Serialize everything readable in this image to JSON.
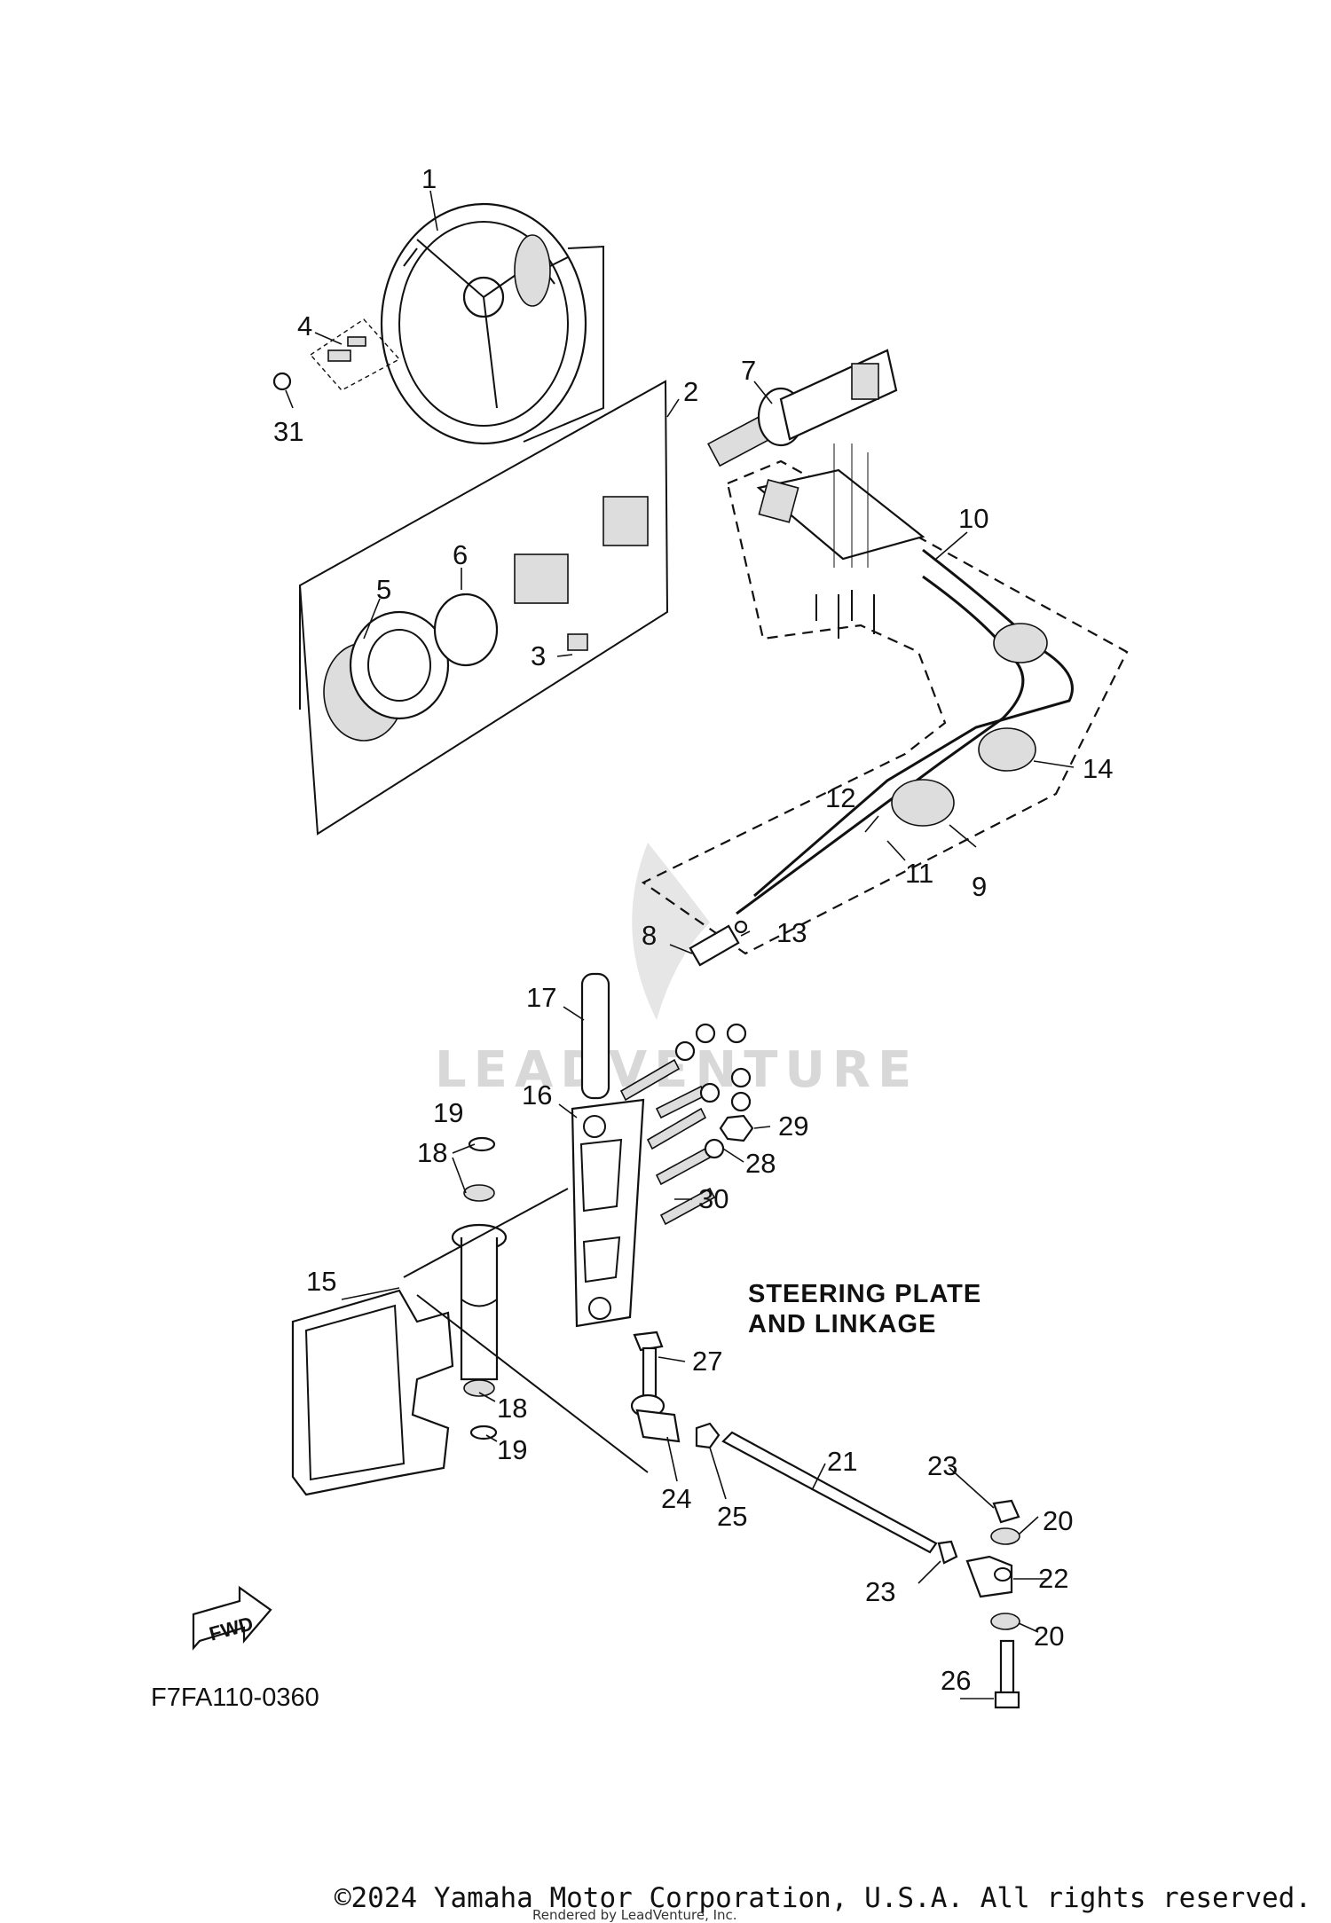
{
  "diagram": {
    "title_lines": [
      "STEERING PLATE",
      "AND LINKAGE"
    ],
    "code": "F7FA110-0360",
    "fwd_label": "FWD",
    "watermark": "LEADVENTURE",
    "callouts": [
      "1",
      "2",
      "3",
      "4",
      "5",
      "6",
      "7",
      "8",
      "9",
      "10",
      "11",
      "12",
      "13",
      "14",
      "15",
      "16",
      "17",
      "18",
      "18",
      "19",
      "19",
      "20",
      "20",
      "21",
      "22",
      "23",
      "23",
      "24",
      "25",
      "26",
      "27",
      "28",
      "29",
      "30",
      "31"
    ]
  },
  "footer": {
    "copyright": "©2024 Yamaha Motor Corporation, U.S.A. All rights reserved.",
    "rendered_by": "Rendered by LeadVenture, Inc."
  }
}
